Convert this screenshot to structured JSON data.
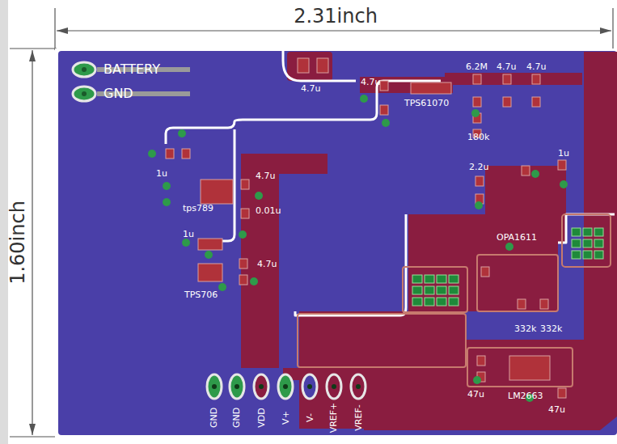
{
  "diagram": {
    "labels": [
      "2.31inch",
      "1.60inch",
      "BATTERY",
      "GND",
      "4.7u",
      "4.7u",
      "TPS61070",
      "6.2M",
      "4.7u",
      "4.7u",
      "180k",
      "1u",
      "2.2u",
      "1u",
      "tps789",
      "4.7u",
      "0.01u",
      "1u",
      "TPS706",
      "4.7u",
      "OPA1611",
      "332k",
      "332k",
      "47u",
      "LM2663",
      "47u",
      "GND",
      "GND",
      "VDD",
      "V+",
      "V-",
      "VREF+",
      "VREF-"
    ]
  }
}
